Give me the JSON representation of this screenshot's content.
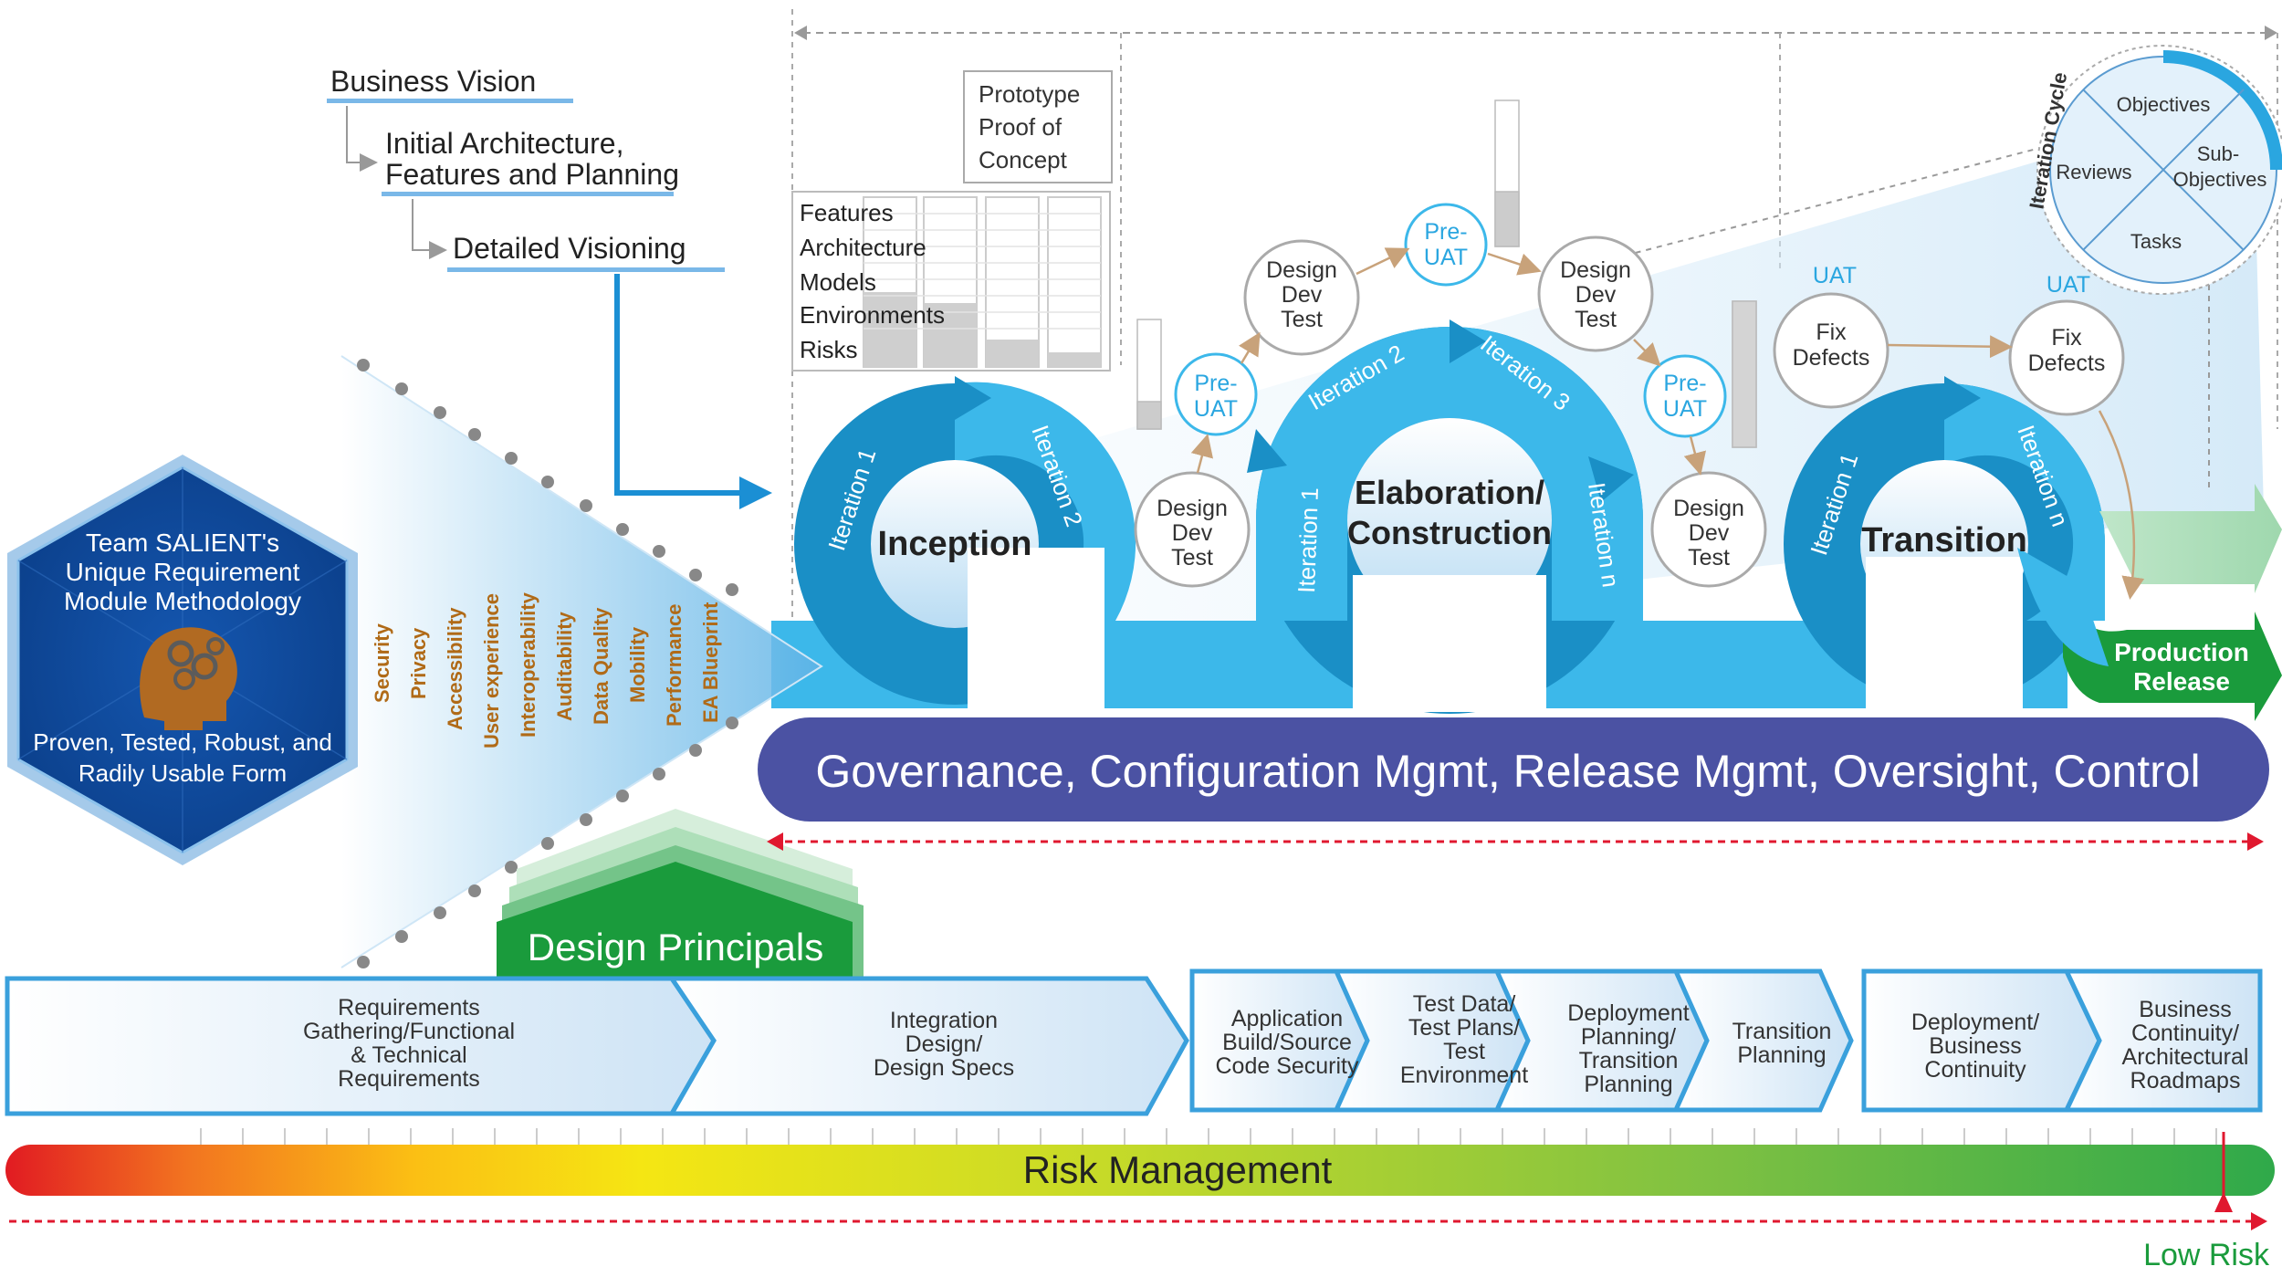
{
  "visioning": {
    "business_vision": "Business Vision",
    "initial_architecture": [
      "Initial Architecture,",
      "Features and Planning"
    ],
    "detailed_visioning": "Detailed Visioning"
  },
  "prototype_box": [
    "Prototype",
    "Proof of",
    "Concept"
  ],
  "planning_table": [
    "Features",
    "Architecture",
    "Models",
    "Environments",
    "Risks"
  ],
  "methodology": {
    "title": [
      "Team SALIENT's",
      "Unique Requirement",
      "Module Methodology"
    ],
    "subtitle": [
      "Proven, Tested, Robust, and",
      "Radily Usable Form"
    ]
  },
  "principles": [
    "Security",
    "Privacy",
    "Accessibility",
    "User experience",
    "Interoperability",
    "Auditability",
    "Data Quality",
    "Mobility",
    "Performance",
    "EA Blueprint"
  ],
  "design_principals": "Design Principals",
  "phases": {
    "inception": "Inception",
    "elaboration": [
      "Elaboration/",
      "Construction"
    ],
    "transition": "Transition",
    "production_release": [
      "Production",
      "Release"
    ]
  },
  "iterations": {
    "inception_1": "Iteration 1",
    "inception_2": "Iteration 2",
    "elab_1": "Iteration 1",
    "elab_2": "Iteration 2",
    "elab_3": "Iteration 3",
    "elab_n": "Iteration n",
    "trans_1": "Iteration 1",
    "trans_n": "Iteration n"
  },
  "cycle_items": {
    "design_dev_test": [
      "Design",
      "Dev",
      "Test"
    ],
    "pre_uat": [
      "Pre-",
      "UAT"
    ],
    "fix_defects": [
      "Fix",
      "Defects"
    ],
    "uat": "UAT"
  },
  "iteration_cycle": {
    "label": "Iteration Cycle",
    "objectives": "Objectives",
    "sub_objectives": [
      "Sub-",
      "Objectives"
    ],
    "reviews": "Reviews",
    "tasks": "Tasks"
  },
  "governance": "Governance, Configuration Mgmt, Release Mgmt, Oversight, Control",
  "process_steps": [
    {
      "lines": [
        "Requirements",
        "Gathering/Functional",
        "& Technical",
        "Requirements"
      ]
    },
    {
      "lines": [
        "Integration",
        "Design/",
        "Design Specs"
      ]
    },
    {
      "lines": [
        "Application",
        "Build/Source",
        "Code Security"
      ]
    },
    {
      "lines": [
        "Test Data/",
        "Test Plans/",
        "Test",
        "Environment"
      ]
    },
    {
      "lines": [
        "Deployment",
        "Planning/",
        "Transition",
        "Planning"
      ]
    },
    {
      "lines": [
        "Transition",
        "Planning"
      ]
    },
    {
      "lines": [
        "Deployment/",
        "Business",
        "Continuity"
      ]
    },
    {
      "lines": [
        "Business",
        "Continuity/",
        "Architectural",
        "Roadmaps"
      ]
    }
  ],
  "risk": {
    "label": "Risk Management",
    "low_risk": "Low Risk"
  },
  "colors": {
    "dark_blue": "#1a8fc6",
    "light_blue": "#3cb8ea",
    "navy": "#0d4fa3",
    "purple": "#4b52a3",
    "green": "#1a9b3c",
    "orange_text": "#b06a17",
    "red": "#e0182f"
  }
}
